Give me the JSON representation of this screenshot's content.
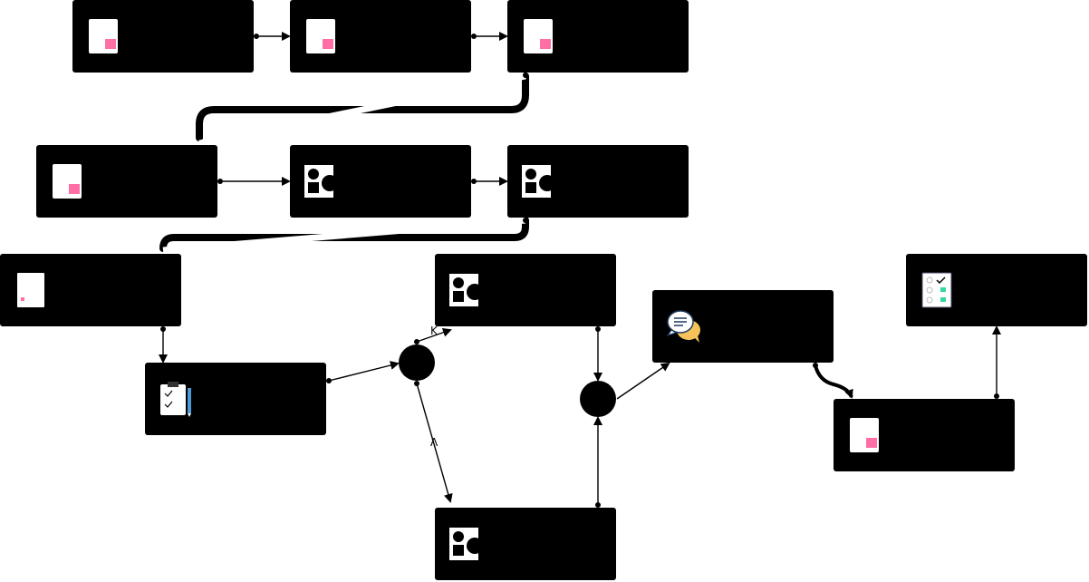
{
  "diagram": {
    "type": "process-flow",
    "colors": {
      "node_fill": "#000000",
      "edge": "#000000",
      "doc_accent": "#ff6fa5",
      "shape_icon_fill": "#ffffff",
      "check_accent": "#36d7a0",
      "chat_bubble_front": "#f5c35a",
      "clipboard_pencil": "#4f9bd9"
    },
    "nodes": [
      {
        "id": "n1",
        "icon": "document-icon"
      },
      {
        "id": "n2",
        "icon": "document-icon"
      },
      {
        "id": "n3",
        "icon": "document-icon"
      },
      {
        "id": "n4",
        "icon": "document-icon"
      },
      {
        "id": "n5",
        "icon": "shapes-icon"
      },
      {
        "id": "n6",
        "icon": "shapes-icon"
      },
      {
        "id": "n7",
        "icon": "blank-document-icon"
      },
      {
        "id": "n8",
        "icon": "clipboard-icon"
      },
      {
        "id": "n9",
        "icon": "shapes-icon"
      },
      {
        "id": "n10",
        "icon": "chat-bubbles-icon"
      },
      {
        "id": "n11",
        "icon": "checklist-icon"
      },
      {
        "id": "n12",
        "icon": "document-icon"
      },
      {
        "id": "n13",
        "icon": "shapes-icon"
      }
    ],
    "gateways": [
      {
        "id": "g1"
      },
      {
        "id": "g2"
      }
    ],
    "edge_labels": {
      "top": "K",
      "bottom": "Λ"
    }
  }
}
